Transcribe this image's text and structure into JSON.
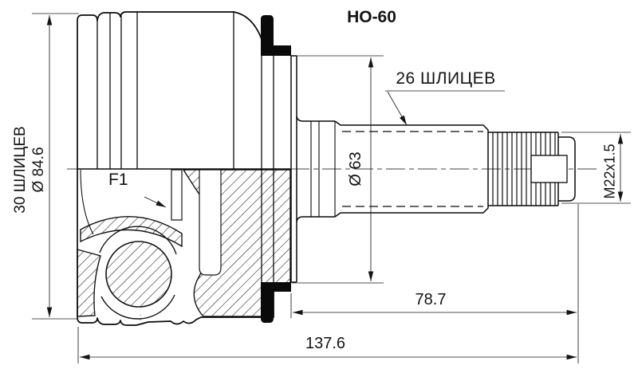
{
  "drawing": {
    "title": "HO-60",
    "labels": {
      "shaft_splines": "26 ШЛИЦЕВ",
      "hub_splines": "30 ШЛИЦЕВ",
      "outer_diameter": "Ø 84.6",
      "snap_ring": "F1",
      "shield_diameter": "Ø 63",
      "thread": "M22x1.5"
    },
    "dimensions": {
      "spline_section_length": "78.7",
      "overall_length": "137.6"
    },
    "colors": {
      "ink": "#141414",
      "background": "#ffffff"
    }
  }
}
